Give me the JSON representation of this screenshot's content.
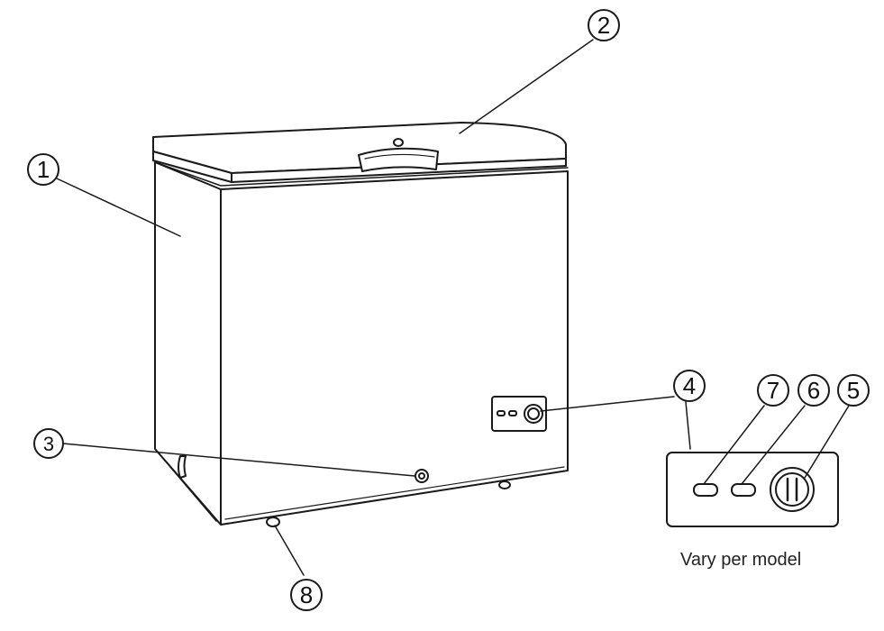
{
  "callouts": [
    {
      "id": "c1",
      "number": "1"
    },
    {
      "id": "c2",
      "number": "2"
    },
    {
      "id": "c3",
      "number": "3"
    },
    {
      "id": "c4",
      "number": "4"
    },
    {
      "id": "c5",
      "number": "5"
    },
    {
      "id": "c6",
      "number": "6"
    },
    {
      "id": "c7",
      "number": "7"
    },
    {
      "id": "c8",
      "number": "8"
    }
  ],
  "caption": "Vary per model"
}
